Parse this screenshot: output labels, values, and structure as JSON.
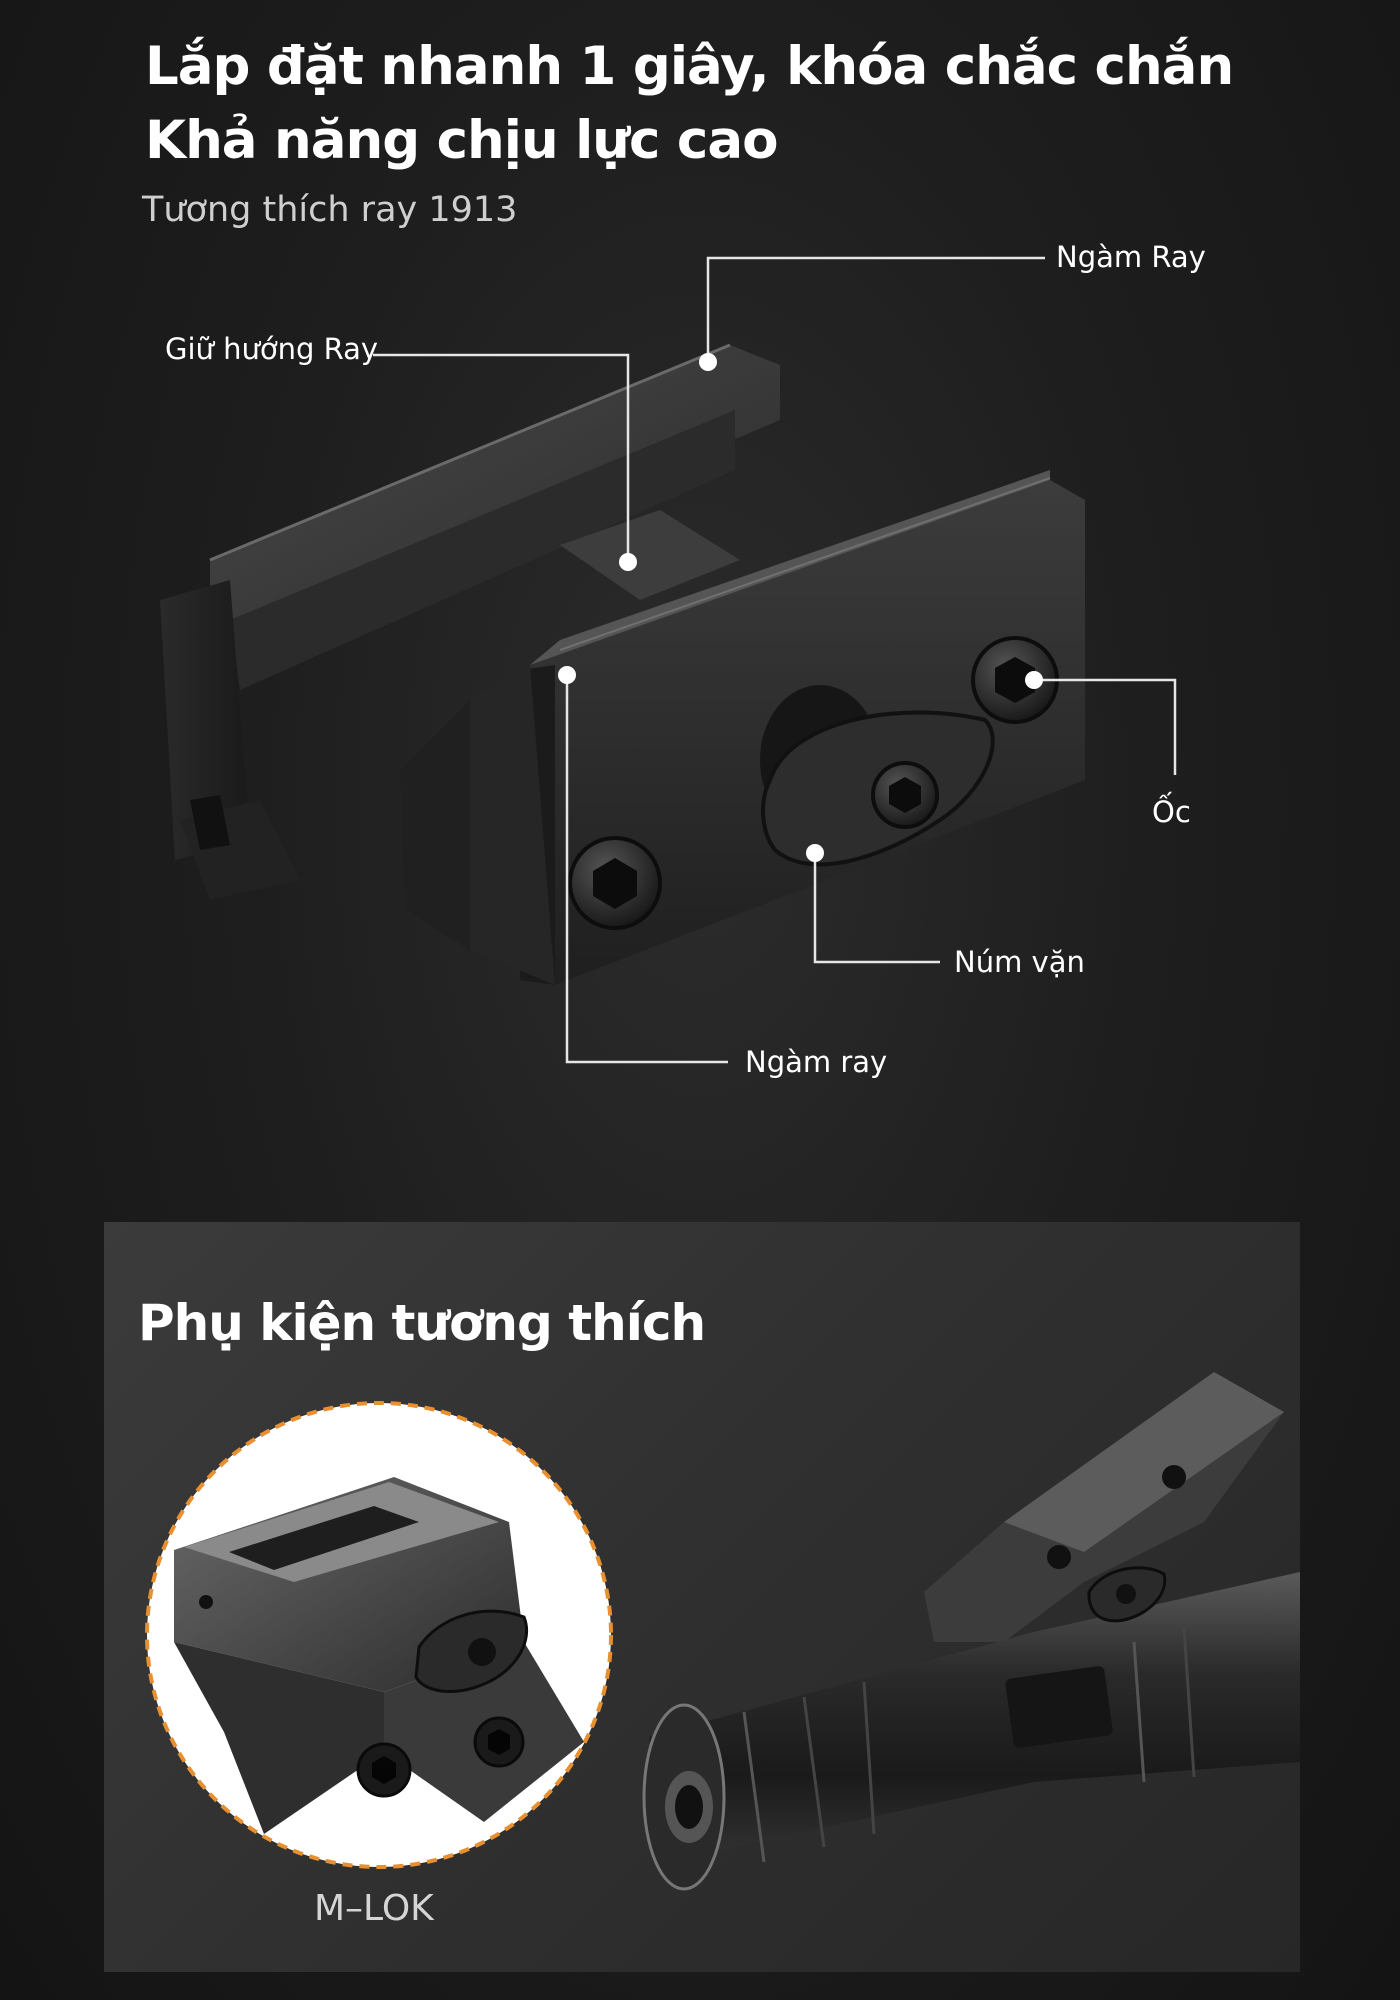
{
  "header": {
    "title_line1": "Lắp đặt nhanh 1 giây, khóa chắc chắn",
    "title_line2": "Khả năng chịu lực cao",
    "subtitle": "Tương thích ray 1913"
  },
  "callouts": {
    "rail_top": "Ngàm Ray",
    "rail_guide": "Giữ hướng Ray",
    "screw": "Ốc",
    "knob": "Núm vặn",
    "rail_bottom": "Ngàm ray"
  },
  "accessories": {
    "title": "Phụ kiện tương thích",
    "mlok_label": "M–LOK"
  },
  "colors": {
    "callout_line": "#e6e6e6",
    "circle_dash": "#e8902f",
    "metal": "#3a3a3a"
  }
}
